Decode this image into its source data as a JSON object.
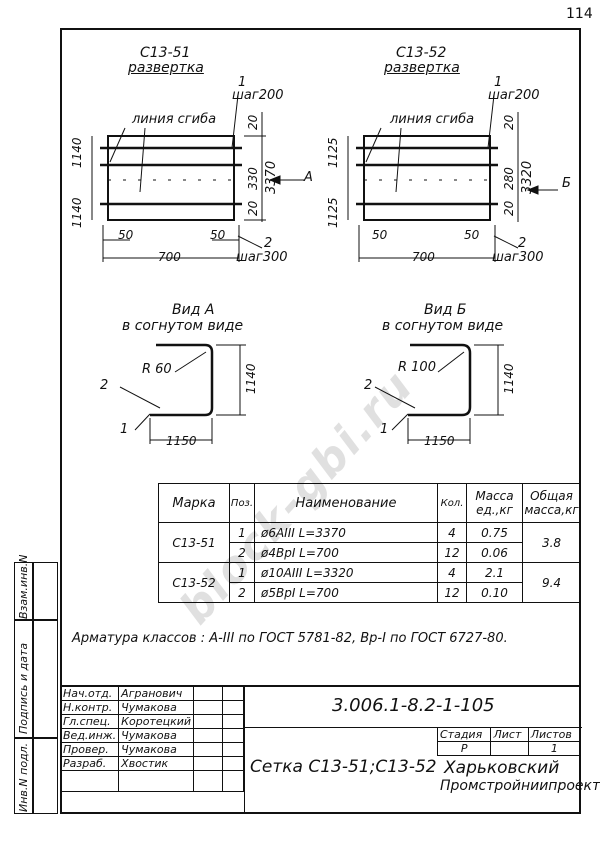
{
  "page_number": "114",
  "views": {
    "c1351": {
      "title": "С13-51",
      "subtitle": "развертка",
      "bend_line": "линия сгиба",
      "pos1": "1",
      "step1": "шаг200",
      "pos2": "2",
      "step2": "шаг300",
      "dim_top": "1140",
      "dim_bottom": "1140",
      "dim_20a": "20",
      "dim_330": "330",
      "dim_20b": "20",
      "dim_total": "3370",
      "dim_50a": "50",
      "dim_50b": "50",
      "dim_width": "700",
      "arrow_label": "А"
    },
    "c1352": {
      "title": "С13-52",
      "subtitle": "развертка",
      "bend_line": "линия сгиба",
      "pos1": "1",
      "step1": "шаг200",
      "pos2": "2",
      "step2": "шаг300",
      "dim_top": "1125",
      "dim_bottom": "1125",
      "dim_20a": "20",
      "dim_330": "280",
      "dim_20b": "20",
      "dim_total": "3320",
      "dim_50a": "50",
      "dim_50b": "50",
      "dim_width": "700",
      "arrow_label": "Б"
    }
  },
  "bent": {
    "a": {
      "title": "Вид А",
      "subtitle": "в согнутом виде",
      "radius": "R 60",
      "height": "1140",
      "width": "1150",
      "pos1": "1",
      "pos2": "2"
    },
    "b": {
      "title": "Вид Б",
      "subtitle": "в согнутом виде",
      "radius": "R 100",
      "height": "1140",
      "width": "1150",
      "pos1": "1",
      "pos2": "2"
    }
  },
  "spec": {
    "headers": {
      "mark": "Марка",
      "pos": "Поз.",
      "name": "Наименование",
      "qty": "Кол.",
      "mass": "Масса ед.,кг",
      "total": "Общая масса,кг"
    },
    "groups": [
      {
        "mark": "С13-51",
        "total": "3.8",
        "rows": [
          {
            "pos": "1",
            "name": "ø6AIII   L=3370",
            "qty": "4",
            "mass": "0.75"
          },
          {
            "pos": "2",
            "name": "ø4BpI    L=700",
            "qty": "12",
            "mass": "0.06"
          }
        ]
      },
      {
        "mark": "С13-52",
        "total": "9.4",
        "rows": [
          {
            "pos": "1",
            "name": "ø10AIII  L=3320",
            "qty": "4",
            "mass": "2.1"
          },
          {
            "pos": "2",
            "name": "ø5BpI    L=700",
            "qty": "12",
            "mass": "0.10"
          }
        ]
      }
    ]
  },
  "note": "Арматура классов : А-III по ГОСТ 5781-82, Вр-I по ГОСТ 6727-80.",
  "title_block": {
    "roles": [
      {
        "role": "Нач.отд.",
        "name": "Агранович"
      },
      {
        "role": "Н.контр.",
        "name": "Чумакова"
      },
      {
        "role": "Гл.спец.",
        "name": "Коротецкий"
      },
      {
        "role": "Вед.инж.",
        "name": "Чумакова"
      },
      {
        "role": "Провер.",
        "name": "Чумакова"
      },
      {
        "role": "Разраб.",
        "name": "Хвостик"
      }
    ],
    "doc_code": "3.006.1-8.2-1-105",
    "stage_label": "Стадия",
    "sheet_label": "Лист",
    "sheets_label": "Листов",
    "stage": "Р",
    "sheet": "",
    "sheets": "1",
    "title": "Сетка  С13-51;С13-52",
    "org_line1": "Харьковский",
    "org_line2": "Промстройниипроект"
  },
  "side_strip": {
    "a": "Инв.N подл.",
    "b": "Подпись и дата",
    "c": "Взам.инв.N"
  },
  "watermark": "block-gbi.ru"
}
